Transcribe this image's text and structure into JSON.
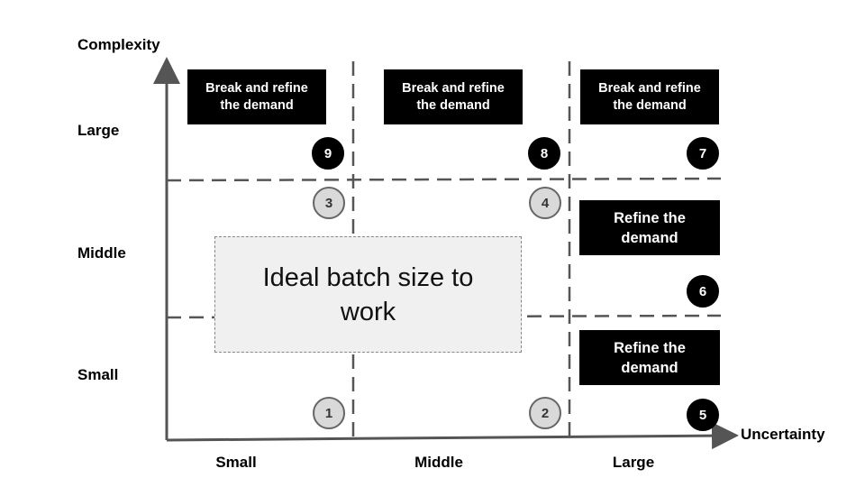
{
  "axes": {
    "y_title": "Complexity",
    "x_title": "Uncertainty"
  },
  "rows": [
    "Large",
    "Middle",
    "Small"
  ],
  "columns": [
    "Small",
    "Middle",
    "Large"
  ],
  "tags": {
    "break_refine_1": "Break and refine the demand",
    "break_refine_2": "Break and refine the demand",
    "break_refine_3": "Break and refine the demand",
    "refine_6": "Refine the demand",
    "refine_5": "Refine the demand"
  },
  "badges": {
    "b1": "1",
    "b2": "2",
    "b3": "3",
    "b4": "4",
    "b5": "5",
    "b6": "6",
    "b7": "7",
    "b8": "8",
    "b9": "9"
  },
  "ideal_box": "Ideal batch size to work",
  "colors": {
    "axis": "#555555",
    "dashed_line": "#555555",
    "tag_bg": "#000000",
    "badge_dark": "#000000",
    "badge_light": "#d9d9d9",
    "ideal_bg": "#f0f0f0"
  }
}
